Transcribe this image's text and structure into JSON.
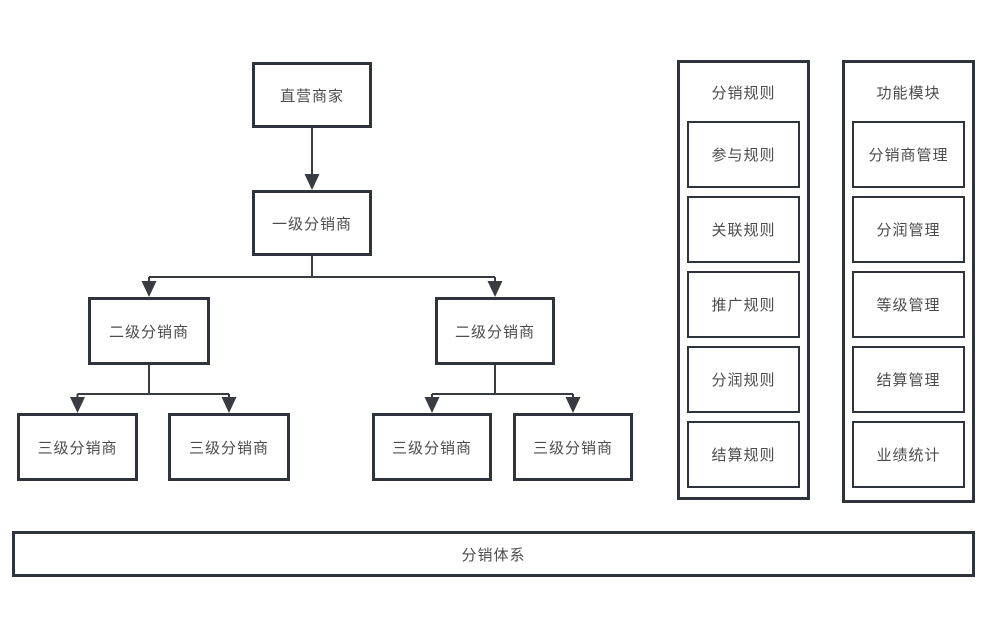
{
  "diagram": {
    "tree": {
      "root": "直营商家",
      "level1": "一级分销商",
      "level2": [
        "二级分销商",
        "二级分销商"
      ],
      "level3": [
        "三级分销商",
        "三级分销商",
        "三级分销商",
        "三级分销商"
      ]
    },
    "rules_panel": {
      "title": "分销规则",
      "items": [
        "参与规则",
        "关联规则",
        "推广规则",
        "分润规则",
        "结算规则"
      ]
    },
    "modules_panel": {
      "title": "功能模块",
      "items": [
        "分销商管理",
        "分润管理",
        "等级管理",
        "结算管理",
        "业绩统计"
      ]
    },
    "footer": {
      "label": "分销体系"
    },
    "colors": {
      "border": "#2f343c",
      "connector": "#383c42",
      "text": "#4c4c4c",
      "background": "#ffffff"
    }
  }
}
